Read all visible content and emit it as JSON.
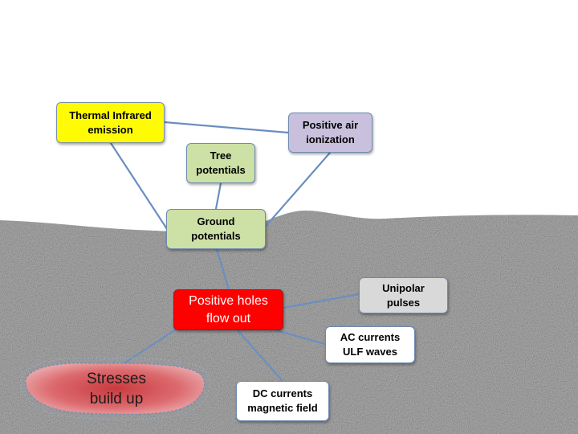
{
  "colors": {
    "ground": "#a9a9a9",
    "connector": "#6a8fc0",
    "thermal_fill": "#fffb05",
    "air_fill": "#c8c0dc",
    "green_fill": "#cde0a6",
    "holes_fill": "#ff0000",
    "stress_fill": "#d8474b",
    "gray_fill": "#d9d9d9"
  },
  "nodes": {
    "thermal": "Thermal Infrared\nemission",
    "air": "Positive air\nionization",
    "tree": "Tree\npotentials",
    "ground": "Ground\npotentials",
    "holes": "Positive holes\nflow out",
    "unipolar": "Unipolar\npulses",
    "ac": "AC currents\nULF waves",
    "dc": "DC currents\nmagnetic field",
    "stress": "Stresses\nbuild up"
  }
}
